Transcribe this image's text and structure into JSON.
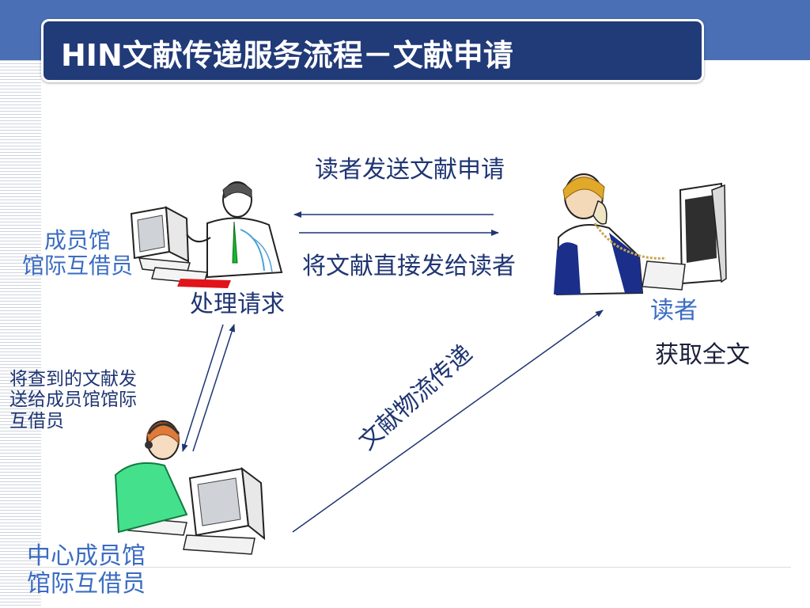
{
  "title": "HIN文献传递服务流程－文献申请",
  "labels": {
    "reader_sends_request": "读者发送文献申请",
    "send_directly_to_reader": "将文献直接发给读者",
    "member_librarian_line1": "成员馆",
    "member_librarian_line2": "馆际互借员",
    "process_request": "处理请求",
    "reader": "读者",
    "get_fulltext": "获取全文",
    "found_send_line1": "将查到的文献发",
    "found_send_line2": "送给成员馆馆际",
    "found_send_line3": "互借员",
    "logistics": "文献物流传递",
    "center_librarian_line1": "中心成员馆",
    "center_librarian_line2": "馆际互借员"
  },
  "colors": {
    "header_band": "#4a6fb5",
    "title_box": "#213a78",
    "arrow": "#1f3573",
    "label_blue": "#3b6cc2"
  },
  "icons": [
    "clerk-at-computer-icon",
    "boy-on-phone-at-computer-icon",
    "operator-with-headset-icon"
  ]
}
